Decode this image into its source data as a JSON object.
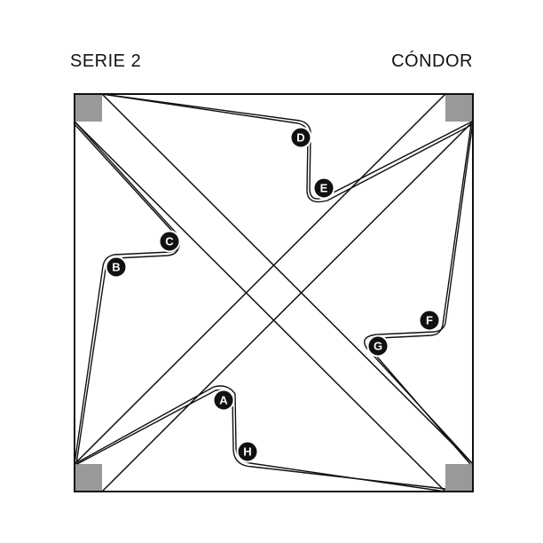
{
  "header": {
    "series": "SERIE 2",
    "title": "CÓNDOR"
  },
  "colors": {
    "line": "#111111",
    "corner_block": "#999999",
    "marker_fill": "#111111",
    "marker_text": "#ffffff"
  },
  "markers": [
    {
      "label": "A"
    },
    {
      "label": "B"
    },
    {
      "label": "C"
    },
    {
      "label": "D"
    },
    {
      "label": "E"
    },
    {
      "label": "F"
    },
    {
      "label": "G"
    },
    {
      "label": "H"
    }
  ]
}
